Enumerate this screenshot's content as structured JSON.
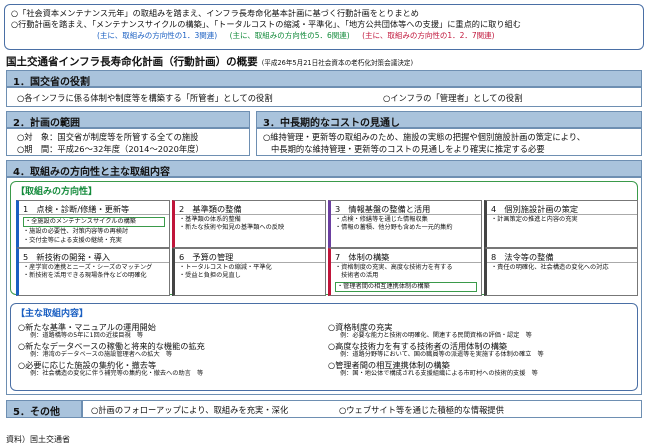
{
  "intro": {
    "line1": "○「社会資本メンテナンス元年」の取組みを踏まえ、インフラ長寿命化基本計画に基づく行動計画をとりまとめ",
    "line2": "○行動計画を踏まえ、「メンテナンスサイクルの構築」、「トータルコストの縮減・平準化」、「地方公共団体等への支援」に重点的に取り組む",
    "sub": [
      "(主に、取組みの方向性の1．3関連)",
      "(主に、取組みの方向性の5．6関連)",
      "(主に、取組みの方向性の1．2．7関連)"
    ]
  },
  "title": "国土交通省インフラ長寿命化計画（行動計画）の概要",
  "title_note": "(平成26年5月21日社会資本の老朽化対策会議決定)",
  "sections": {
    "s1": {
      "head": "1．国交省の役割",
      "items": [
        "○各インフラに係る体制や制度等を構築する「所管者」としての役割",
        "○インフラの「管理者」としての役割"
      ]
    },
    "s2": {
      "head": "2．計画の範囲",
      "items": [
        "○対　象：国交省が制度等を所管する全ての施設",
        "○期　間：平成26～32年度（2014～2020年度）"
      ]
    },
    "s3": {
      "head": "3．中長期的なコストの見通し",
      "items": [
        "○維持管理・更新等の取組みのため、施設の実態の把握や個別施設計画の策定により、",
        "中長期的な維持管理・更新等のコストの見通しをより確実に推定する必要"
      ]
    },
    "s4": {
      "head": "4．取組みの方向性と主な取組内容"
    },
    "s5": {
      "head": "5．その他",
      "items": [
        "○計画のフォローアップにより、取組みを充実・深化",
        "○ウェブサイト等を通じた積極的な情報提供"
      ]
    }
  },
  "direction": {
    "title": "【取組みの方向性】",
    "cards": [
      {
        "title": "1　点検・診断/修繕・更新等",
        "items": [
          "・全施設のメンテナンスサイクルの構築",
          "・施設の必要性、対策内容等の再検討",
          "・交付金等による支援の継続・充実"
        ]
      },
      {
        "title": "2　基準類の整備",
        "items": [
          "・基準類の体系的整備",
          "・新たな技術や知見の基準類への反映"
        ]
      },
      {
        "title": "3　情報基盤の整備と活用",
        "items": [
          "・点検・修繕等を通じた情報収集",
          "・情報の蓄積、他分野も含めた一元的集約"
        ]
      },
      {
        "title": "4　個別施設計画の策定",
        "items": [
          "・計画策定の推進と内容の充実"
        ]
      },
      {
        "title": "5　新技術の開発・導入",
        "items": [
          "・産学官の連携とニーズ・シーズのマッチング",
          "・新技術を活用できる現場条件などの明確化"
        ]
      },
      {
        "title": "6　予算の管理",
        "items": [
          "・トータルコストの縮減・平準化",
          "・受益と負担の見直し"
        ]
      },
      {
        "title": "7　体制の構築",
        "items": [
          "・資格制度の充実、高度な技術力を有する",
          "　技術者の活用",
          "・管理者間の相互連携体制の構築"
        ]
      },
      {
        "title": "8　法令等の整備",
        "items": [
          "・責任の明確化、社会構造の変化への対応"
        ]
      }
    ]
  },
  "content": {
    "title": "【主な取組内容】",
    "left": [
      {
        "t": "○新たな基準・マニュアルの運用開始",
        "e": "例：道路橋等の5年に1回の近接目視　等"
      },
      {
        "t": "○新たなデータベースの稼働と将来的な機能の拡充",
        "e": "例：港湾のデータベースの施設管理者への拡大　等"
      },
      {
        "t": "○必要に応じた施設の集約化・撤去等",
        "e": "例：社会構造の変化に伴う補完等の集約化・撤去への助言　等"
      }
    ],
    "right": [
      {
        "t": "○資格制度の充実",
        "e": "例：必要な能力と技術の明確化、関連する民間資格の評価・認定　等"
      },
      {
        "t": "○高度な技術力を有する技術者の活用体制の構築",
        "e": "例：道路分野等において、国の職員等の派遣等を実施する体制の確立　等"
      },
      {
        "t": "○管理者間の相互連携体制の構築",
        "e": "例：国・地公体で構成される支援組織による市町村への技術的支援　等"
      }
    ]
  },
  "source": "資料）国土交通省",
  "colors": {
    "header_bg": "#a9c3dc",
    "border": "#6e8fb2",
    "green": "#3a9a4a",
    "blue": "#1a5fc2",
    "red": "#c0153a"
  }
}
